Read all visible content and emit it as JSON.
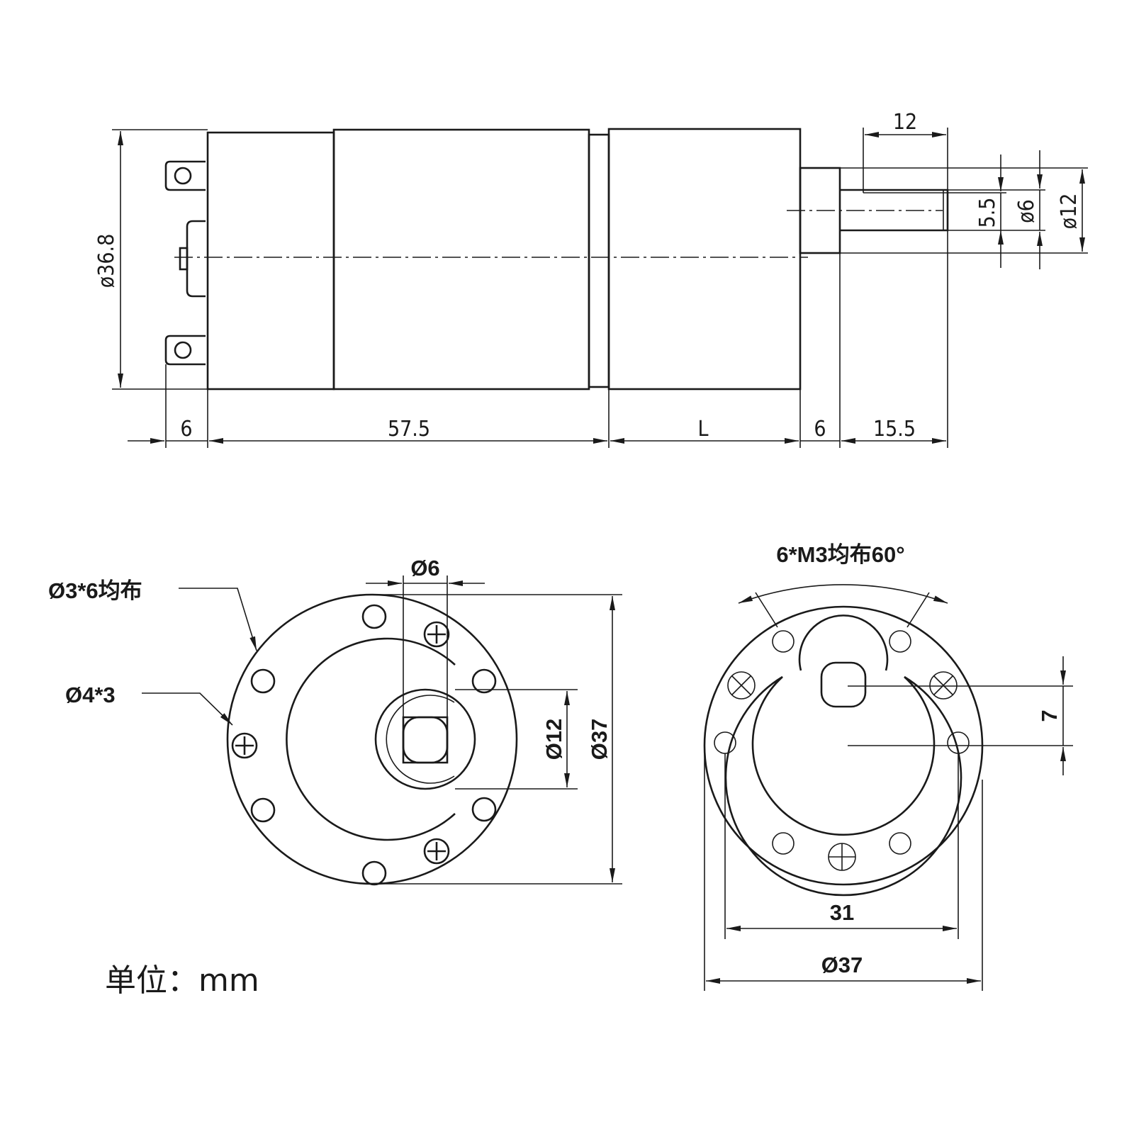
{
  "side_view": {
    "dims": {
      "body_diameter": "ø36.8",
      "terminal_length": "6",
      "motor_length": "57.5",
      "gearbox_length": "L",
      "boss_length": "6",
      "shaft_length": "15.5",
      "flat_length": "12",
      "flat_height": "5.5",
      "shaft_diameter": "ø6",
      "boss_diameter": "ø12"
    }
  },
  "rear_view": {
    "callout_holes": "Ø3*6均布",
    "callout_rivets": "Ø4*3",
    "dims": {
      "shaft_diameter": "Ø6",
      "boss_diameter": "Ø12",
      "outer_diameter": "Ø37"
    }
  },
  "front_view": {
    "callout_threads": "6*M3均布60°",
    "dims": {
      "offset": "7",
      "hole_span": "31",
      "outer_diameter": "Ø37"
    }
  },
  "units_note": "单位：mm"
}
